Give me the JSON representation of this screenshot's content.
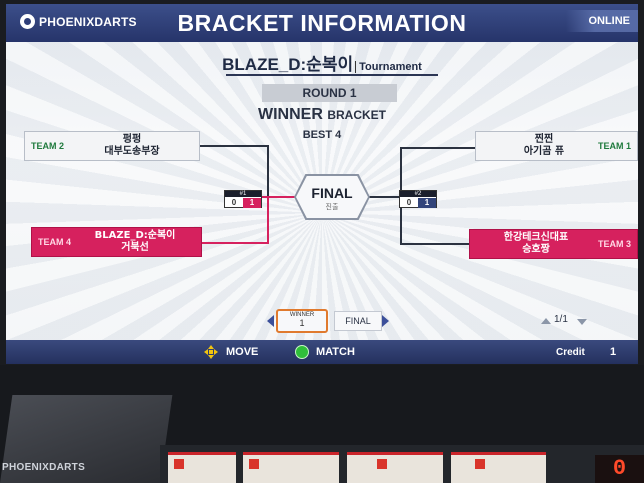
{
  "header": {
    "logo_text": "PHOENIXDARTS",
    "title": "BRACKET INFORMATION",
    "status": "ONLINE"
  },
  "game": {
    "name": "BLAZE_D:순복이",
    "mode": "Tournament"
  },
  "round": {
    "label": "ROUND 1",
    "bracket_main": "WINNER",
    "bracket_sub": "BRACKET",
    "best_of": "BEST 4"
  },
  "teams": {
    "team2": {
      "tag": "TEAM 2",
      "players": [
        "펑펑",
        "대부도송부장"
      ]
    },
    "team4": {
      "tag": "TEAM 4",
      "players": [
        "BLAZE_D:순복이",
        "거북선"
      ]
    },
    "team1": {
      "tag": "TEAM 1",
      "players": [
        "찐찐",
        "아기곰 퓨"
      ]
    },
    "team3": {
      "tag": "TEAM 3",
      "players": [
        "한강테크신대표",
        "승호짱"
      ]
    }
  },
  "matches": {
    "m1": {
      "number": "#1",
      "left_score": "0",
      "right_score": "1"
    },
    "m2": {
      "number": "#2",
      "left_score": "0",
      "right_score": "1"
    }
  },
  "final": {
    "label": "FINAL",
    "sub": "진출"
  },
  "stage_nav": {
    "winner_label": "WINNER",
    "winner_value": "1",
    "final_label": "FINAL",
    "page": "1/1"
  },
  "footer": {
    "move_label": "MOVE",
    "match_label": "MATCH",
    "credit_label": "Credit",
    "credit_value": "1"
  },
  "machine": {
    "brand": "PHOENIXDARTS",
    "display_digit": "0"
  },
  "colors": {
    "header_blue": "#2e3e78",
    "team_pink": "#d6215e",
    "match_green": "#2fbf3a",
    "tab_orange": "#e07a2e"
  }
}
